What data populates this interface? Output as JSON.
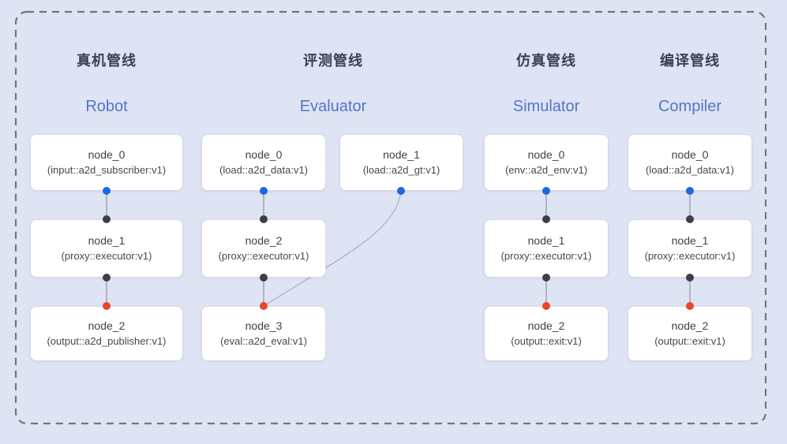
{
  "diagram": {
    "description_colors": {
      "background": "#dfe4f5",
      "dashed_border": "#70757f",
      "node_background": "#ffffff",
      "node_border": "#d5dae4",
      "title_cn_color": "#3a4150",
      "title_en_color": "#5274c7",
      "node_text_color": "#3d424a",
      "edge_color": "#8d939e",
      "curve_edge_color": "#a8b1c2",
      "port_blue": "#1e68dd",
      "port_dark": "#3b4046",
      "port_red": "#e9432e"
    }
  },
  "pipelines": [
    {
      "title_cn": "真机管线",
      "title_en": "Robot",
      "nodes": [
        {
          "name": "node_0",
          "type": "(input::a2d_subscriber:v1)"
        },
        {
          "name": "node_1",
          "type": "(proxy::executor:v1)"
        },
        {
          "name": "node_2",
          "type": "(output::a2d_publisher:v1)"
        }
      ]
    },
    {
      "title_cn": "评测管线",
      "title_en": "Evaluator",
      "nodes": [
        {
          "name": "node_0",
          "type": "(load::a2d_data:v1)"
        },
        {
          "name": "node_1",
          "type": "(load::a2d_gt:v1)"
        },
        {
          "name": "node_2",
          "type": "(proxy::executor:v1)"
        },
        {
          "name": "node_3",
          "type": "(eval::a2d_eval:v1)"
        }
      ]
    },
    {
      "title_cn": "仿真管线",
      "title_en": "Simulator",
      "nodes": [
        {
          "name": "node_0",
          "type": "(env::a2d_env:v1)"
        },
        {
          "name": "node_1",
          "type": "(proxy::executor:v1)"
        },
        {
          "name": "node_2",
          "type": "(output::exit:v1)"
        }
      ]
    },
    {
      "title_cn": "编译管线",
      "title_en": "Compiler",
      "nodes": [
        {
          "name": "node_0",
          "type": "(load::a2d_data:v1)"
        },
        {
          "name": "node_1",
          "type": "(proxy::executor:v1)"
        },
        {
          "name": "node_2",
          "type": "(output::exit:v1)"
        }
      ]
    }
  ]
}
